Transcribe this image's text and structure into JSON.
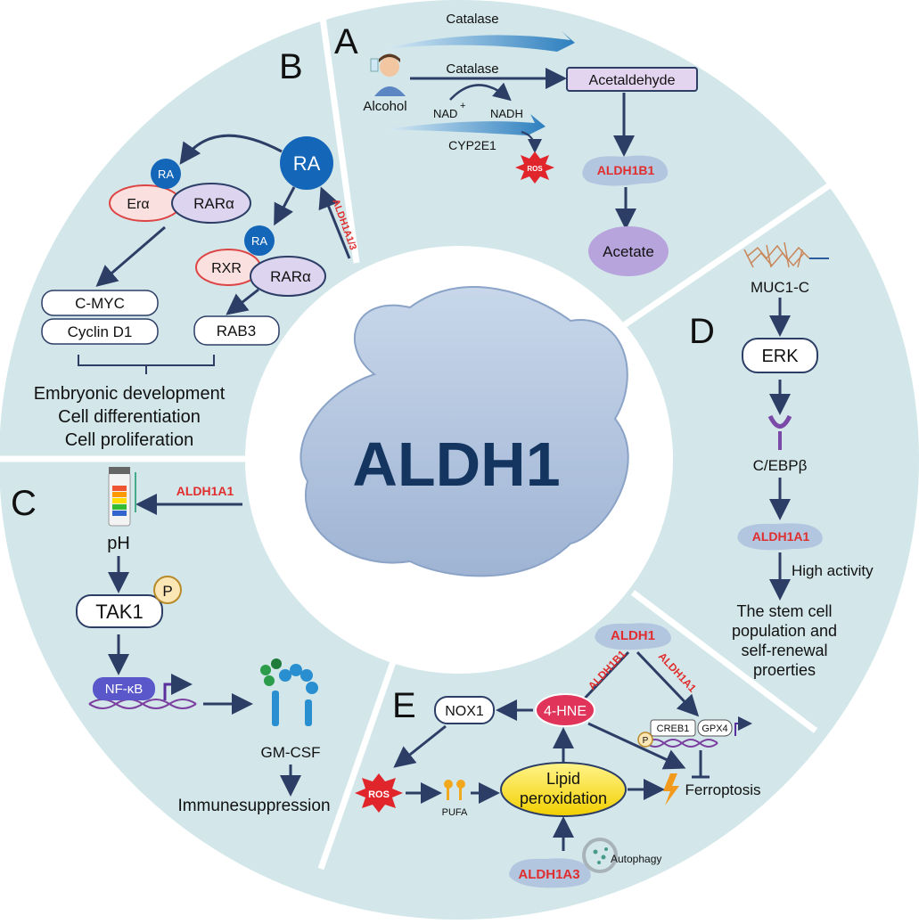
{
  "center": {
    "title": "ALDH1"
  },
  "sections": {
    "A": {
      "letter": "A",
      "catalase_top": "Catalase",
      "catalase_mid": "Catalase",
      "alcohol": "Alcohol",
      "nad": "NAD",
      "nad_sup": "+",
      "nadh": "NADH",
      "cyp": "CYP2E1",
      "ros": "ROS",
      "acetaldehyde": "Acetaldehyde",
      "aldh1b1": "ALDH1B1",
      "acetate": "Acetate"
    },
    "B": {
      "letter": "B",
      "ra_big": "RA",
      "ra_small_1": "RA",
      "era": "Erα",
      "rara_1": "RARα",
      "ra_small_2": "RA",
      "rxr": "RXR",
      "rara_2": "RARα",
      "aldh_label": "ALDH1A1/3",
      "cmyc": "C-MYC",
      "cyclin": "Cyclin D1",
      "rab3": "RAB3",
      "outcome_1": "Embryonic development",
      "outcome_2": "Cell differentiation",
      "outcome_3": "Cell proliferation"
    },
    "C": {
      "letter": "C",
      "aldh1a1": "ALDH1A1",
      "ph": "pH",
      "p": "P",
      "tak1": "TAK1",
      "nfkb": "NF-κB",
      "gmcsf": "GM-CSF",
      "immune": "Immunesuppression"
    },
    "D": {
      "letter": "D",
      "muc1c": "MUC1-C",
      "erk": "ERK",
      "cebpb": "C/EBPβ",
      "aldh1a1": "ALDH1A1",
      "high": "High activity",
      "stem_1": "The stem cell",
      "stem_2": "population and",
      "stem_3": "self-renewal",
      "stem_4": "proerties"
    },
    "E": {
      "letter": "E",
      "aldh1": "ALDH1",
      "aldh1b1": "ALDH1B1",
      "aldh1a1": "ALDH1A1",
      "hne": "4-HNE",
      "nox1": "NOX1",
      "creb1": "CREB1",
      "gpx4": "GPX4",
      "p": "P",
      "ros": "ROS",
      "pufa": "PUFA",
      "lipid_1": "Lipid",
      "lipid_2": "peroxidation",
      "ferroptosis": "Ferroptosis",
      "aldh1a3": "ALDH1A3",
      "autophagy": "Autophagy"
    }
  },
  "colors": {
    "ring": "#d3e7ea",
    "arrow": "#2c3e66",
    "red_label": "#e02d2d",
    "blob": "#b9cbe2",
    "title": "#13355f"
  }
}
